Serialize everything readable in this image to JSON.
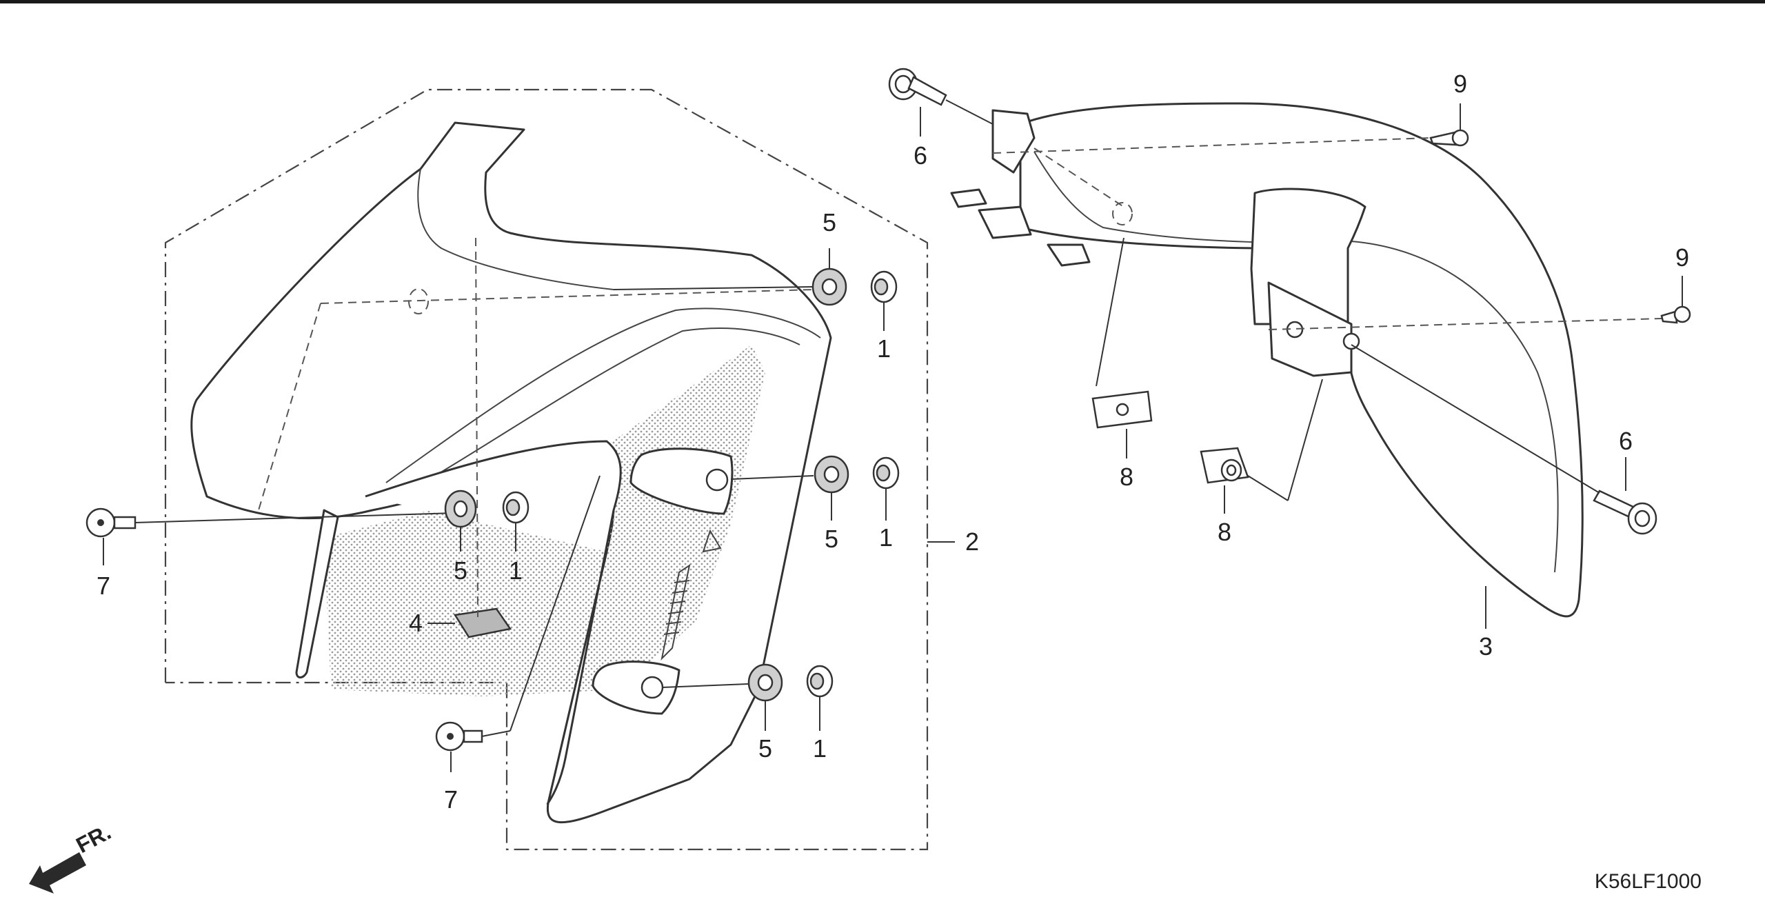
{
  "callouts": {
    "c1a": "1",
    "c1b": "1",
    "c1c": "1",
    "c1d": "1",
    "c2": "2",
    "c3": "3",
    "c4": "4",
    "c5a": "5",
    "c5b": "5",
    "c5c": "5",
    "c5d": "5",
    "c6a": "6",
    "c6b": "6",
    "c7a": "7",
    "c7b": "7",
    "c8a": "8",
    "c8b": "8",
    "c9a": "9",
    "c9b": "9"
  },
  "direction": "FR.",
  "diagram_code": "K56LF1000"
}
